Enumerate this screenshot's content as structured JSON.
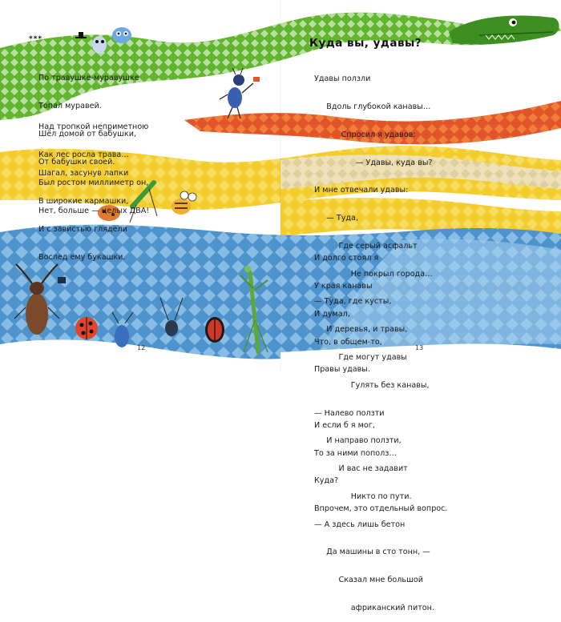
{
  "left_page": {
    "stars": "***",
    "stanzas": [
      [
        "По травушке-муравушке",
        "Топал муравей.",
        "Шёл домой от бабушки,",
        "От бабушки своей."
      ],
      [
        "Над тропкой неприметною",
        "Как лес росла трава…",
        "Был ростом миллиметр он,",
        "Нет, больше — целых ДВА!"
      ],
      [
        "Шагал, засунув лапки",
        "В широкие кармашки,",
        "И с завистью глядели",
        "Вослед ему букашки."
      ]
    ],
    "page_number": "12"
  },
  "right_page": {
    "title": "Куда вы, удавы?",
    "lines": [
      "Удавы ползли",
      "     Вдоль глубокой канавы…",
      "           Спросил я удавов:",
      "                 — Удавы, куда вы?",
      "И мне отвечали удавы:",
      "     — Туда,",
      "          Где серый асфальт",
      "               Не покрыл города…",
      "— Туда, где кусты,",
      "     И деревья, и травы,",
      "          Где могут удавы",
      "               Гулять без канавы,",
      "— Налево ползти",
      "     И направо ползти,",
      "          И вас не задавит",
      "               Никто по пути.",
      "— А здесь лишь бетон",
      "     Да машины в сто тонн, —",
      "          Сказал мне большой",
      "               африканский питон."
    ],
    "ending": [
      "И долго стоял я",
      "У края канавы",
      "И думал,",
      "Что, в общем-то,",
      "Правы удавы.",
      "",
      "И если б я мог,",
      "То за ними пополз…",
      "Куда?",
      "Впрочем, это отдельный вопрос."
    ],
    "page_number": "13"
  },
  "colors": {
    "green_snake": "#62b52f",
    "green_dark": "#3e8f22",
    "orange_band": "#e2552a",
    "yellow_band": "#f3cd2e",
    "cream_band": "#ece4cf",
    "blue_band": "#4f93cd",
    "blue_light": "#a7d2ef"
  },
  "illustrations": [
    "python-snake-illustration",
    "ant-walking-illustration",
    "bugs-crowd-illustration"
  ]
}
